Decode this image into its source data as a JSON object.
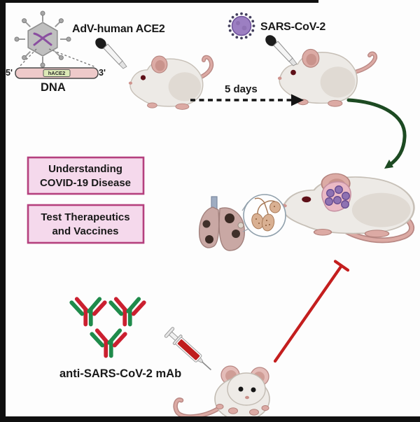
{
  "figure": {
    "labels": {
      "adv": "AdV-human ACE2",
      "sars": "SARS-CoV-2",
      "five_prime": "5'",
      "three_prime": "3'",
      "gene": "hACE2",
      "dna": "DNA",
      "interval": "5 days",
      "mab": "anti-SARS-CoV-2 mAb"
    },
    "boxes": [
      {
        "line1": "Understanding",
        "line2": "COVID-19 Disease"
      },
      {
        "line1": "Test Therapeutics",
        "line2": "and Vaccines"
      }
    ],
    "colors": {
      "box_fill": "#f5d9ec",
      "box_border": "#b5407e",
      "virus_purple": "#9c7fc2",
      "arrow_green": "#1d4a22",
      "inhibit_red": "#c41e1e",
      "antibody_red": "#cb2030",
      "antibody_green": "#1f8b4b",
      "syringe_red": "#bf1d1d",
      "dna_bar_pink": "#eecaca",
      "gene_green": "#dce9b6",
      "mouse_body": "#edeae6",
      "lung_tissue": "#c9a8a4"
    },
    "icons": {
      "adenovirus": "adenovirus-icon",
      "sars_virion": "sars-cov-2-virion-icon",
      "dropper": "dropper-icon",
      "mouse": "mouse-illustration",
      "lungs": "infected-lungs-icon",
      "alveoli": "alveoli-magnifier-icon",
      "antibody": "antibody-y-icon",
      "syringe": "syringe-icon",
      "dashed_arrow": "dashed-timeline-arrow",
      "curved_arrow": "green-curved-arrow",
      "inhibition": "red-inhibition-line"
    }
  }
}
